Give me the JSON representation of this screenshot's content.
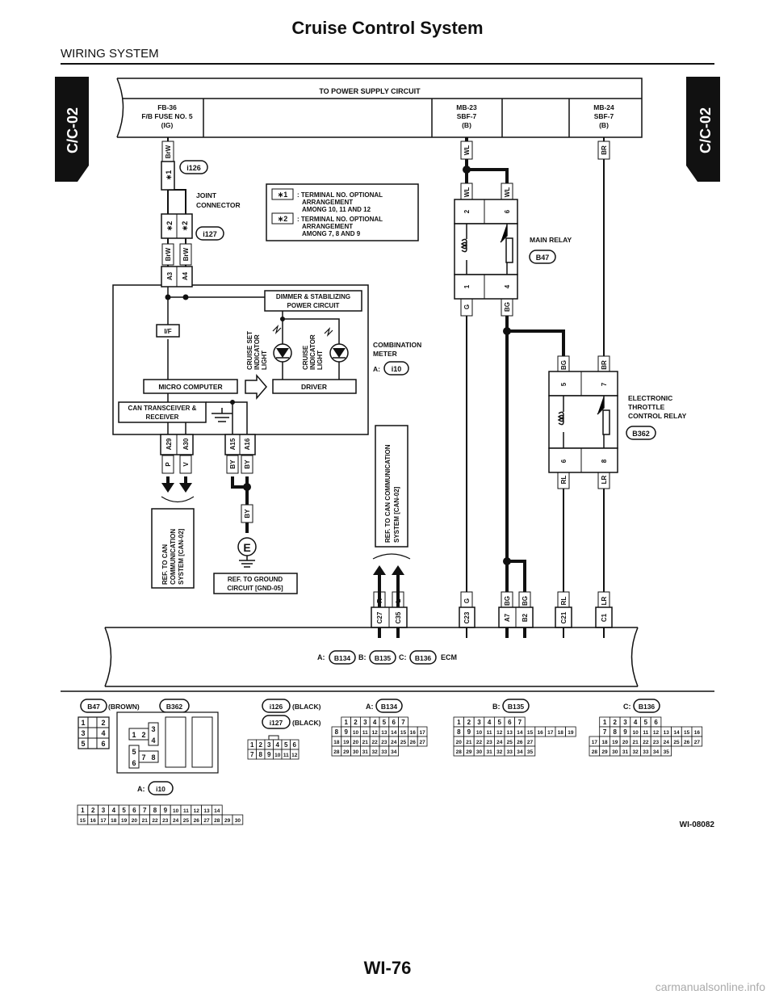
{
  "header": {
    "title": "Cruise Control System",
    "section": "WIRING SYSTEM"
  },
  "tabs": {
    "left": "C/C-02",
    "right": "C/C-02"
  },
  "power": {
    "title": "TO POWER SUPPLY CIRCUIT",
    "fuse1": [
      "FB-36",
      "F/B FUSE NO. 5",
      "(IG)"
    ],
    "fuse2": [
      "MB-23",
      "SBF-7",
      "(B)"
    ],
    "fuse3": [
      "MB-24",
      "SBF-7",
      "(B)"
    ]
  },
  "wires": {
    "brw": "BrW",
    "wl": "WL",
    "br": "BR",
    "g": "G",
    "bg": "BG",
    "rl": "RL",
    "lr": "LR",
    "p": "P",
    "v": "V",
    "by": "BY",
    "r": "R",
    "l": "L"
  },
  "pins": {
    "a3": "A3",
    "a4": "A4",
    "a29": "A29",
    "a30": "A30",
    "a15": "A15",
    "a16": "A16",
    "mr2": "2",
    "mr6": "6",
    "mr1": "1",
    "mr4": "4",
    "er5": "5",
    "er7": "7",
    "er6": "6",
    "er8": "8",
    "c27": "C27",
    "c35": "C35",
    "c23": "C23",
    "a7": "A7",
    "b2": "B2",
    "c21": "C21",
    "c1": "C1"
  },
  "joint": {
    "i126": "i126",
    "i127": "i127",
    "label": [
      "JOINT",
      "CONNECTOR"
    ],
    "star1": "∗1",
    "star2": "∗2"
  },
  "notes": {
    "n1": [
      "∗1",
      ": TERMINAL NO. OPTIONAL",
      "ARRANGEMENT",
      "AMONG 10, 11 AND 12"
    ],
    "n2": [
      "∗2",
      ": TERMINAL NO. OPTIONAL",
      "ARRANGEMENT",
      "AMONG 7, 8 AND 9"
    ]
  },
  "meter": {
    "dimmer": [
      "DIMMER & STABILIZING",
      "POWER CIRCUIT"
    ],
    "if": "I/F",
    "set_light": [
      "CRUISE SET",
      "INDICATOR",
      "LIGHT"
    ],
    "cruise_light": [
      "CRUISE",
      "INDICATOR",
      "LIGHT"
    ],
    "micro": "MICRO COMPUTER",
    "driver": "DRIVER",
    "can": [
      "CAN TRANSCEIVER &",
      "RECEIVER"
    ],
    "label": [
      "COMBINATION",
      "METER"
    ],
    "conn_prefix": "A:",
    "conn": "i10"
  },
  "main_relay": {
    "label": "MAIN RELAY",
    "conn": "B47"
  },
  "etc_relay": {
    "label": [
      "ELECTRONIC",
      "THROTTLE",
      "CONTROL RELAY"
    ],
    "conn": "B362"
  },
  "refs": {
    "can_left": [
      "REF. TO CAN",
      "COMMUNICATION",
      "SYSTEM  [CAN-02]"
    ],
    "can_right": [
      "REF. TO CAN COMMUNICATION",
      "SYSTEM  [CAN-02]"
    ],
    "ground": [
      "REF. TO GROUND",
      "CIRCUIT [GND-05]"
    ],
    "ground_symbol": "E"
  },
  "ecm": {
    "a": "A:",
    "b134": "B134",
    "b": "B:",
    "b135": "B135",
    "c": "C:",
    "b136": "B136",
    "label": "ECM"
  },
  "connectors": {
    "b47": {
      "name": "B47",
      "color": "(BROWN)",
      "cells": [
        "1",
        "2",
        "3",
        "4",
        "5",
        "6"
      ]
    },
    "b362": {
      "name": "B362",
      "cells": [
        "1",
        "2",
        "3",
        "4",
        "5",
        "6",
        "7",
        "8"
      ]
    },
    "i126": {
      "name": "i126",
      "color": "(BLACK)"
    },
    "i127": {
      "name": "i127",
      "color": "(BLACK)",
      "row1": [
        "1",
        "2",
        "3",
        "4",
        "5",
        "6"
      ],
      "row2": [
        "7",
        "8",
        "9",
        "10",
        "11",
        "12"
      ]
    },
    "a_b134": {
      "prefix": "A:",
      "name": "B134",
      "row1": [
        "1",
        "2",
        "3",
        "4",
        "5",
        "6",
        "7"
      ],
      "row2": [
        "8",
        "9",
        "10",
        "11",
        "12",
        "13",
        "14",
        "15",
        "16",
        "17"
      ],
      "row3": [
        "18",
        "19",
        "20",
        "21",
        "22",
        "23",
        "24",
        "25",
        "26",
        "27"
      ],
      "row4": [
        "28",
        "29",
        "30",
        "31",
        "32",
        "33",
        "34"
      ]
    },
    "b_b135": {
      "prefix": "B:",
      "name": "B135",
      "row1": [
        "1",
        "2",
        "3",
        "4",
        "5",
        "6",
        "7"
      ],
      "row2": [
        "8",
        "9",
        "10",
        "11",
        "12",
        "13",
        "14",
        "15",
        "16",
        "17",
        "18",
        "19"
      ],
      "row3": [
        "20",
        "21",
        "22",
        "23",
        "24",
        "25",
        "26",
        "27"
      ],
      "row4": [
        "28",
        "29",
        "30",
        "31",
        "32",
        "33",
        "34",
        "35"
      ]
    },
    "c_b136": {
      "prefix": "C:",
      "name": "B136",
      "row1": [
        "1",
        "2",
        "3",
        "4",
        "5",
        "6"
      ],
      "row2": [
        "7",
        "8",
        "9",
        "10",
        "11",
        "12",
        "13",
        "14",
        "15",
        "16"
      ],
      "row3": [
        "17",
        "18",
        "19",
        "20",
        "21",
        "22",
        "23",
        "24",
        "25",
        "26",
        "27"
      ],
      "row4": [
        "28",
        "29",
        "30",
        "31",
        "32",
        "33",
        "34",
        "35"
      ]
    },
    "a_i10": {
      "prefix": "A:",
      "name": "i10",
      "row1": [
        "1",
        "2",
        "3",
        "4",
        "5",
        "6",
        "7",
        "8",
        "9",
        "10",
        "11",
        "12",
        "13",
        "14"
      ],
      "row2": [
        "15",
        "16",
        "17",
        "18",
        "19",
        "20",
        "21",
        "22",
        "23",
        "24",
        "25",
        "26",
        "27",
        "28",
        "29",
        "30"
      ]
    }
  },
  "code": "WI-08082",
  "footer": {
    "page": "WI-76"
  },
  "watermark": "carmanualsonline.info"
}
